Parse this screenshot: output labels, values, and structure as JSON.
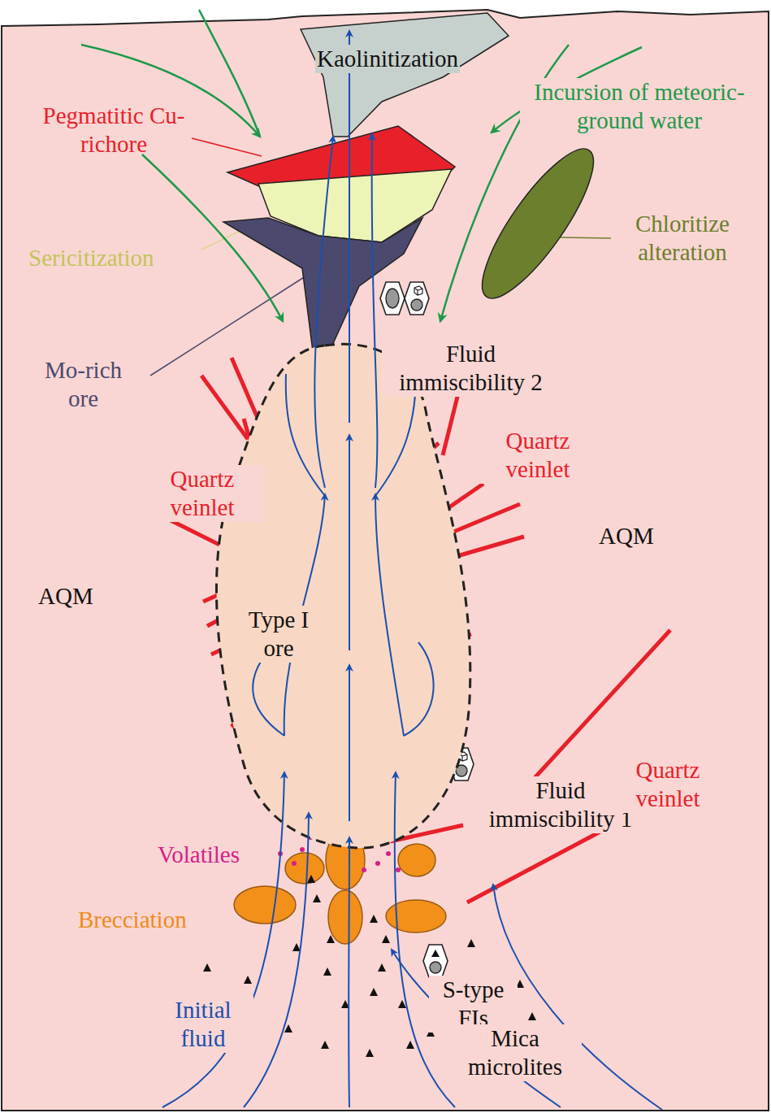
{
  "diagram": {
    "nodes": [
      {
        "text": [
          "Kaolinitization"
        ]
      },
      {
        "text": [
          "Pegmatitic Cu-richore"
        ]
      },
      {
        "text": [
          "Sericitization"
        ]
      },
      {
        "text": [
          "Mo-rich ore"
        ]
      },
      {
        "text": [
          "Chloritize alteration"
        ]
      },
      {
        "text": [
          "Type I ore"
        ]
      }
    ],
    "labels": [
      "Incursion of meteoric-ground water",
      "Fluid immiscibility 2",
      "Quartz veinlet",
      "Quartz veinlet",
      "AQM",
      "AQM",
      "Fluid immiscibility 1",
      "Quartz veinlet",
      "Volatiles",
      "Brecciation",
      "Initial fluid",
      "S-type FIs",
      "Mica microlites"
    ]
  }
}
